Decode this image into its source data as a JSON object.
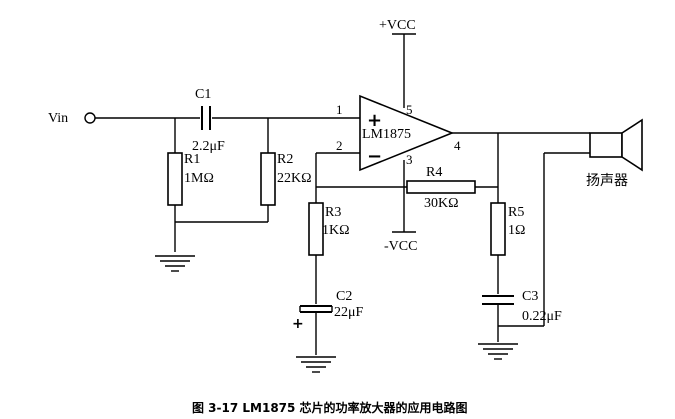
{
  "labels": {
    "vcc_pos": "+VCC",
    "vcc_neg": "-VCC",
    "vin": "Vin",
    "chip": "LM1875",
    "speaker": "扬声器",
    "plus_sign": "+",
    "minus_sign": "−",
    "cap_polarity": "+"
  },
  "pins": {
    "p1": "1",
    "p2": "2",
    "p3": "3",
    "p4": "4",
    "p5": "5"
  },
  "components": {
    "c1": {
      "name": "C1",
      "value": "2.2μF"
    },
    "r1": {
      "name": "R1",
      "value": "1MΩ"
    },
    "r2": {
      "name": "R2",
      "value": "22KΩ"
    },
    "r3": {
      "name": "R3",
      "value": "1KΩ"
    },
    "r4": {
      "name": "R4",
      "value": "30KΩ"
    },
    "r5": {
      "name": "R5",
      "value": "1Ω"
    },
    "c2": {
      "name": "C2",
      "value": "22μF"
    },
    "c3": {
      "name": "C3",
      "value": "0.22μF"
    }
  },
  "caption": "图 3-17  LM1875 芯片的功率放大器的应用电路图"
}
